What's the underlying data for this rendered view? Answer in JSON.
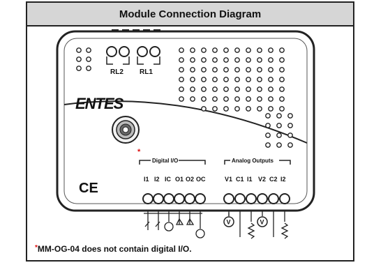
{
  "title": "Module Connection Diagram",
  "brand": "ENTES",
  "ce_mark": "CE",
  "relay_labels": [
    "RL2",
    "RL1"
  ],
  "digital_io": {
    "heading": "Digital I/O",
    "footnote_mark": "*",
    "pins": [
      "I1",
      "I2",
      "IC",
      "O1",
      "O2",
      "OC"
    ]
  },
  "analog_outputs": {
    "heading": "Analog Outputs",
    "pins": [
      "V1",
      "C1",
      "I1",
      "V2",
      "C2",
      "I2"
    ]
  },
  "meter_symbols": [
    "V",
    "V"
  ],
  "footnote": {
    "mark": "*",
    "text": "MM-OG-04 does not contain digital I/O."
  }
}
